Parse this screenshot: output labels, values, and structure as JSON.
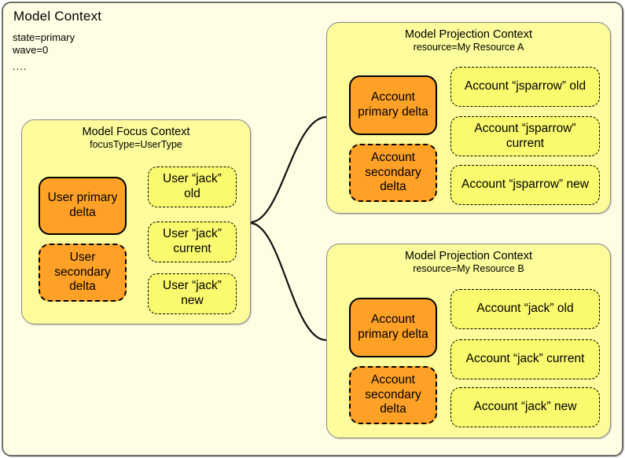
{
  "colors": {
    "frame_bg": "#FFFDE3",
    "frame_border": "#6F6F6F",
    "context_bg": "#FCFC9C",
    "context_border": "#8A8A8A",
    "item_bg": "#FAFA6E",
    "delta_bg": "#FFA126",
    "line": "#111111",
    "text": "#000000"
  },
  "model_context": {
    "title": "Model Context",
    "properties": [
      "state=primary",
      "wave=0",
      "...."
    ]
  },
  "focus_context": {
    "title": "Model Focus Context",
    "subtitle": "focusType=UserType",
    "primary_delta": "User primary delta",
    "secondary_delta": "User secondary delta",
    "versions": [
      "User “jack” old",
      "User “jack” current",
      "User “jack” new"
    ]
  },
  "projection_contexts": [
    {
      "title": "Model Projection Context",
      "subtitle": "resource=My Resource A",
      "primary_delta": "Account primary delta",
      "secondary_delta": "Account secondary delta",
      "versions": [
        "Account “jsparrow” old",
        "Account “jsparrow” current",
        "Account “jsparrow” new"
      ]
    },
    {
      "title": "Model Projection Context",
      "subtitle": "resource=My Resource B",
      "primary_delta": "Account primary delta",
      "secondary_delta": "Account secondary delta",
      "versions": [
        "Account “jack” old",
        "Account “jack” current",
        "Account “jack” new"
      ]
    }
  ]
}
